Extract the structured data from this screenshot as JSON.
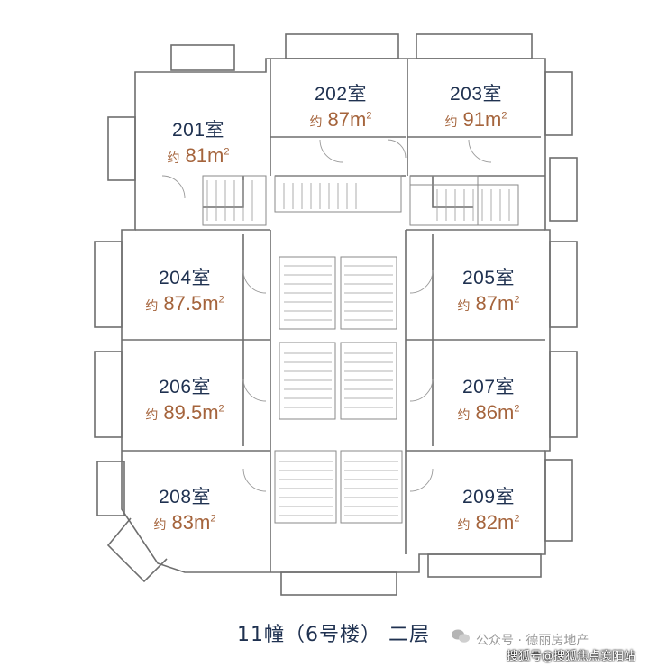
{
  "title": "11幢（6号楼） 二层",
  "area_prefix": "约",
  "area_unit": "m",
  "area_sup": "2",
  "rooms": [
    {
      "name": "201室",
      "area": "81"
    },
    {
      "name": "202室",
      "area": "87"
    },
    {
      "name": "203室",
      "area": "91"
    },
    {
      "name": "204室",
      "area": "87.5"
    },
    {
      "name": "205室",
      "area": "87"
    },
    {
      "name": "206室",
      "area": "89.5"
    },
    {
      "name": "207室",
      "area": "86"
    },
    {
      "name": "208室",
      "area": "83"
    },
    {
      "name": "209室",
      "area": "82"
    }
  ],
  "watermark": {
    "line1": "公众号 · 德丽房地产",
    "line2": "搜狐号@搜狐焦点襄阳站"
  },
  "colors": {
    "wall": "#6e6e6e",
    "room_name": "#1f3150",
    "room_area": "#a5643c",
    "caption": "#1f3150"
  }
}
